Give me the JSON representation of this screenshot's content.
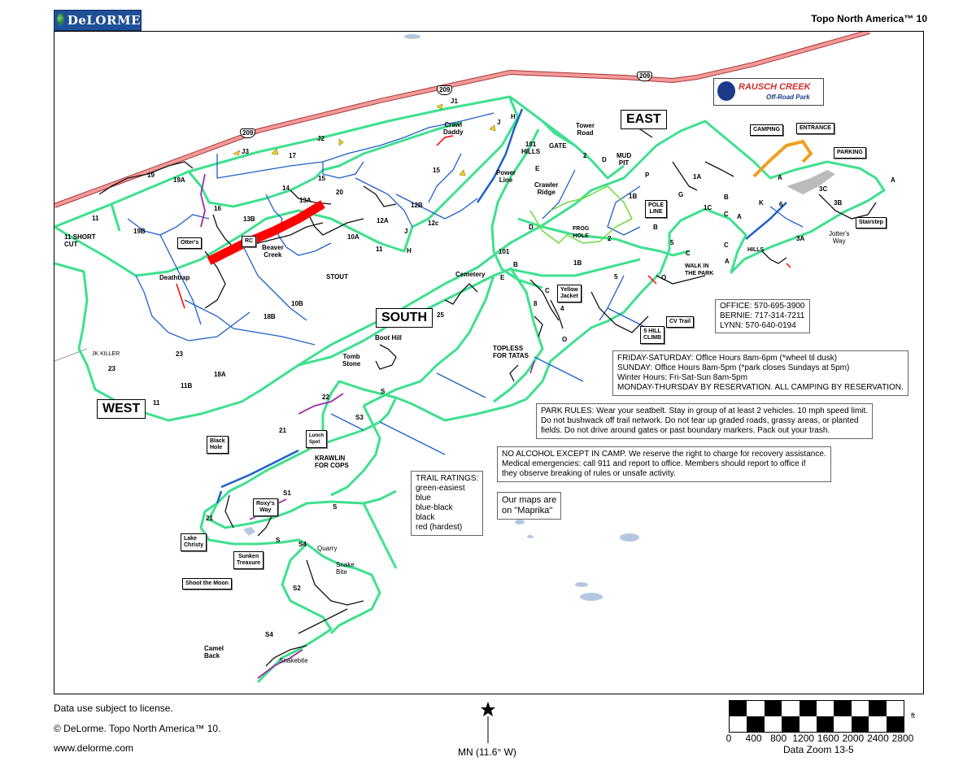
{
  "header": {
    "logo": "DeLORME",
    "product": "Topo North America™ 10"
  },
  "map": {
    "highway_label": "209",
    "park_logo_line1": "RAUSCH CREEK",
    "park_logo_line2": "Off-Road Park",
    "regions": {
      "west": "WEST",
      "south": "SOUTH",
      "east": "EAST"
    },
    "callouts": {
      "camping": "CAMPING",
      "entrance": "ENTRANCE",
      "parking": "PARKING",
      "otters": "Otter's",
      "rc": "RC",
      "pole_line": "POLE\nLINE",
      "stairstep": "Stairstep",
      "cv_trail": "CV Trail",
      "yellow_jacket": "Yellow\nJacket",
      "five_hill_climb": "5 HILL\nCLIMB",
      "black_hole": "Black\nHole",
      "lunch_spot": "Lunch\nSpot",
      "roxys_way": "Roxy's\nWay",
      "lake_christy": "Lake\nChristy",
      "sunken_treasure": "Sunken\nTreasure",
      "shoot_the_moon": "Shoot the Moon"
    },
    "labels": {
      "eleven_short_cut": "11 SHORT\nCUT",
      "eleven_a": "11",
      "nineteen": "19",
      "nineteen_a": "19A",
      "j3": "J3",
      "seventeen": "17",
      "j2": "J2",
      "j1": "J1",
      "crawl_daddy": "Crawl\nDaddy",
      "j_a": "J",
      "h_a": "H",
      "fifteen_a": "15",
      "fifteen_b": "15",
      "fourteen": "14",
      "thirteen_a": "13A",
      "sixteen": "16",
      "thirteen_b": "13B",
      "twenty": "20",
      "twelve_a": "12A",
      "twelve_b": "12B",
      "twelve_c": "12c",
      "j_b": "J",
      "ten_a": "10A",
      "nineteen_b": "19B",
      "beaver_creek": "Beaver\nCreek",
      "deathtrap": "Deathtrap",
      "stout": "STOUT",
      "eleven_b": "11",
      "h_b": "H",
      "ten_b": "10B",
      "eighteen_b": "18B",
      "jk_killer": "JK KILLER",
      "twenty_three_a": "23",
      "twenty_three_b": "23",
      "eleven_b2": "11B",
      "eighteen_a": "18A",
      "eleven_c": "11",
      "boot_hill": "Boot Hill",
      "tomb_stone": "Tomb\nStone",
      "twenty_five": "25",
      "cemetery": "Cemetery",
      "s_a": "S",
      "s3": "S3",
      "twenty_two": "22",
      "twenty_one_a": "21",
      "krawlin": "KRAWLIN\nFOR COPS",
      "s1": "S1",
      "s_b": "S",
      "twenty_one_b": "21",
      "s_c": "S",
      "s4_a": "S4",
      "quarry": "Quarry",
      "snake_bite": "Snake\nBite",
      "s2": "S2",
      "s4_b": "S4",
      "camel_back": "Camel\nBack",
      "snakebite": "Snakebite",
      "power_line": "Power\nLine",
      "one_oh_one_hills": "101\nHILLS",
      "gate": "GATE",
      "e_a": "E",
      "crawler_ridge": "Crawler\nRidge",
      "d_a": "D",
      "one_oh_one": "101",
      "b_a": "B",
      "e_b": "E",
      "tower_road": "Tower\nRoad",
      "two_a": "2",
      "d_b": "D",
      "mud_pit": "MUD\nPIT",
      "p": "P",
      "one_b_a": "1B",
      "frog_hole": "FROG\nHOLE",
      "two_b": "2",
      "one_b_b": "1B",
      "b_b": "B",
      "g": "G",
      "one_a": "1A",
      "one_c": "1C",
      "b_c": "B",
      "c_a": "C",
      "a_a": "A",
      "k": "K",
      "six": "6",
      "a_b": "A",
      "three_c": "3C",
      "three_b": "3B",
      "a_c": "A",
      "three_a": "3A",
      "jotters_way": "Jotter's\nWay",
      "hills": "HILLS",
      "c_b": "C",
      "a_d": "A",
      "five_a": "5",
      "c_c": "C",
      "walk_in_the_park": "WALK IN\nTHE PARK",
      "five_b": "5",
      "o_a": "O",
      "topless": "TOPLESS\nFOR TATAS",
      "c_d": "C",
      "eight": "8",
      "four": "4",
      "o_b": "O"
    },
    "contacts": [
      "OFFICE:  570-695-3900",
      "BERNIE:  717-314-7211",
      "LYNN:    570-640-0194"
    ],
    "hours": [
      "FRIDAY-SATURDAY:  Office Hours 8am-6pm (*wheel til dusk)",
      "SUNDAY:  Office Hours 8am-5pm (*park closes Sundays at 5pm)",
      "Winter Hours:  Fri-Sat-Sun 8am-5pm",
      "MONDAY-THURSDAY BY RESERVATION.  ALL CAMPING BY RESERVATION."
    ],
    "rules": [
      "PARK RULES:  Wear your seatbelt.  Stay in group of at least 2 vehicles.  10 mph speed limit.",
      "Do not bushwack off trail network.  Do not tear up graded roads, grassy areas, or planted",
      "fields.  Do not drive around gates or past boundary markers.  Pack out your trash."
    ],
    "alcohol": [
      "NO ALCOHOL EXCEPT IN CAMP.  We reserve the right to charge for recovery assistance.",
      "Medical emergencies:  call 911 and report to office.  Members should report to office if",
      "they observe breaking of rules or unsafe activity."
    ],
    "ratings": [
      "TRAIL RATINGS:",
      "green-easiest",
      "blue",
      "blue-black",
      "black",
      "red (hardest)"
    ],
    "maprika": [
      "Our maps are",
      "on \"Maprika\""
    ]
  },
  "colors": {
    "green": "#3ee08e",
    "blue": "#1f5fc9",
    "black": "#111111",
    "red": "#ff0000",
    "purple": "#a02aa6",
    "orange": "#f0a020",
    "highway": "#e46a6a",
    "lightgreen": "#6adc3a"
  },
  "footer": {
    "license": "Data use subject to license.",
    "copyright": "© DeLorme. Topo North America™ 10.",
    "website": "www.delorme.com",
    "north": "MN (11.6° W)",
    "scale_unit": "ft",
    "scale_ticks": [
      "0",
      "400",
      "800",
      "1200",
      "1600",
      "2000",
      "2400",
      "2800"
    ],
    "zoom": "Data Zoom 13-5"
  }
}
